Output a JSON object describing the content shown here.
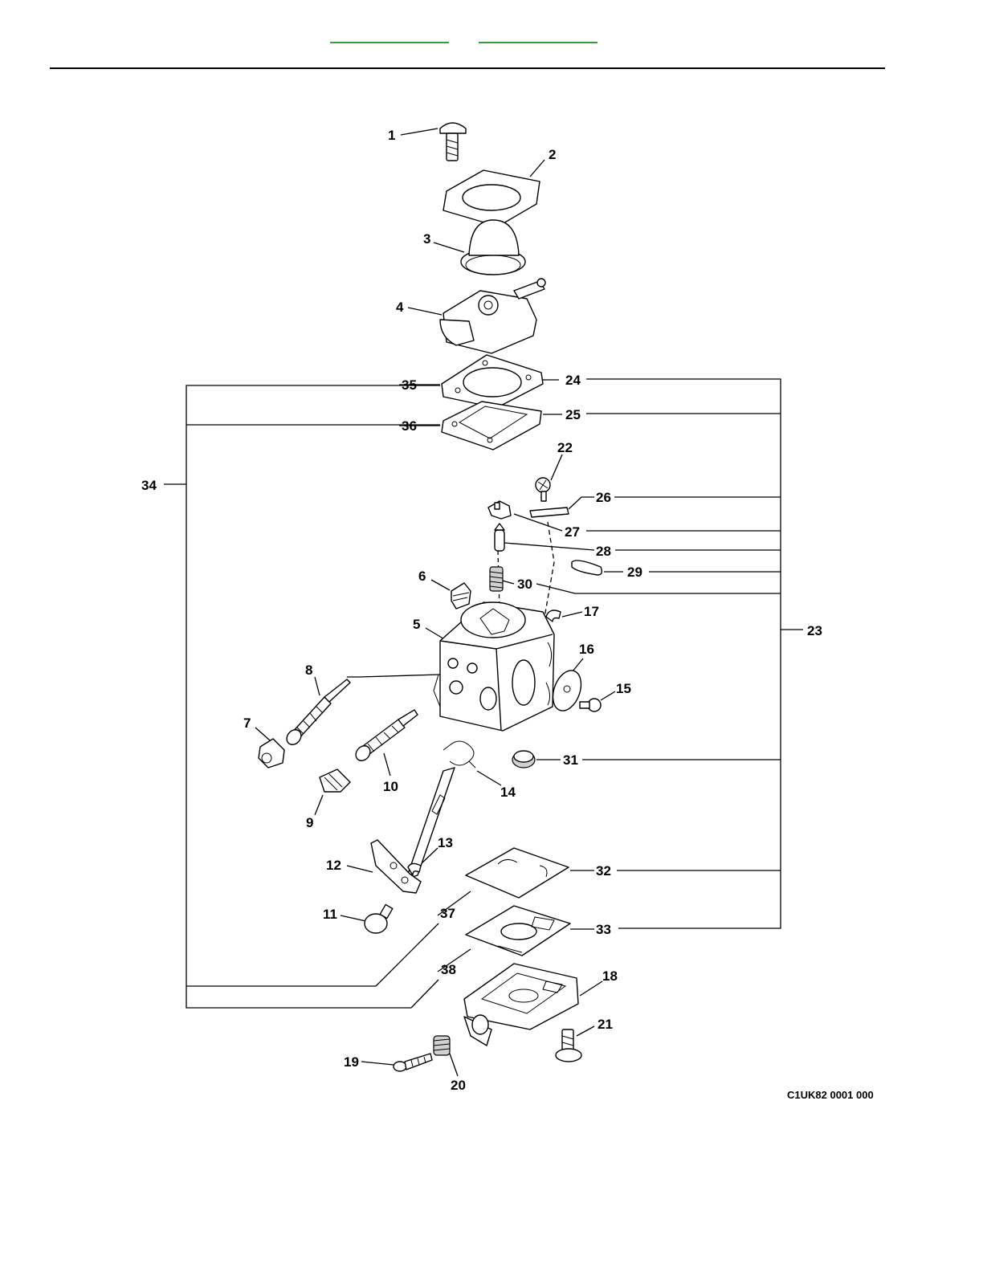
{
  "header": {
    "links": [
      "",
      ""
    ]
  },
  "diagram": {
    "reference_code": "C1UK82 0001 000",
    "callouts": {
      "c1": "1",
      "c2": "2",
      "c3": "3",
      "c4": "4",
      "c5": "5",
      "c6": "6",
      "c7": "7",
      "c8": "8",
      "c9": "9",
      "c10": "10",
      "c11": "11",
      "c12": "12",
      "c13": "13",
      "c14": "14",
      "c15": "15",
      "c16": "16",
      "c17": "17",
      "c18": "18",
      "c19": "19",
      "c20": "20",
      "c21": "21",
      "c22": "22",
      "c23": "23",
      "c24": "24",
      "c25": "25",
      "c26": "26",
      "c27": "27",
      "c28": "28",
      "c29": "29",
      "c30": "30",
      "c31": "31",
      "c32": "32",
      "c33": "33",
      "c34": "34",
      "c35": "35",
      "c36": "36",
      "c37": "37",
      "c38": "38"
    }
  }
}
